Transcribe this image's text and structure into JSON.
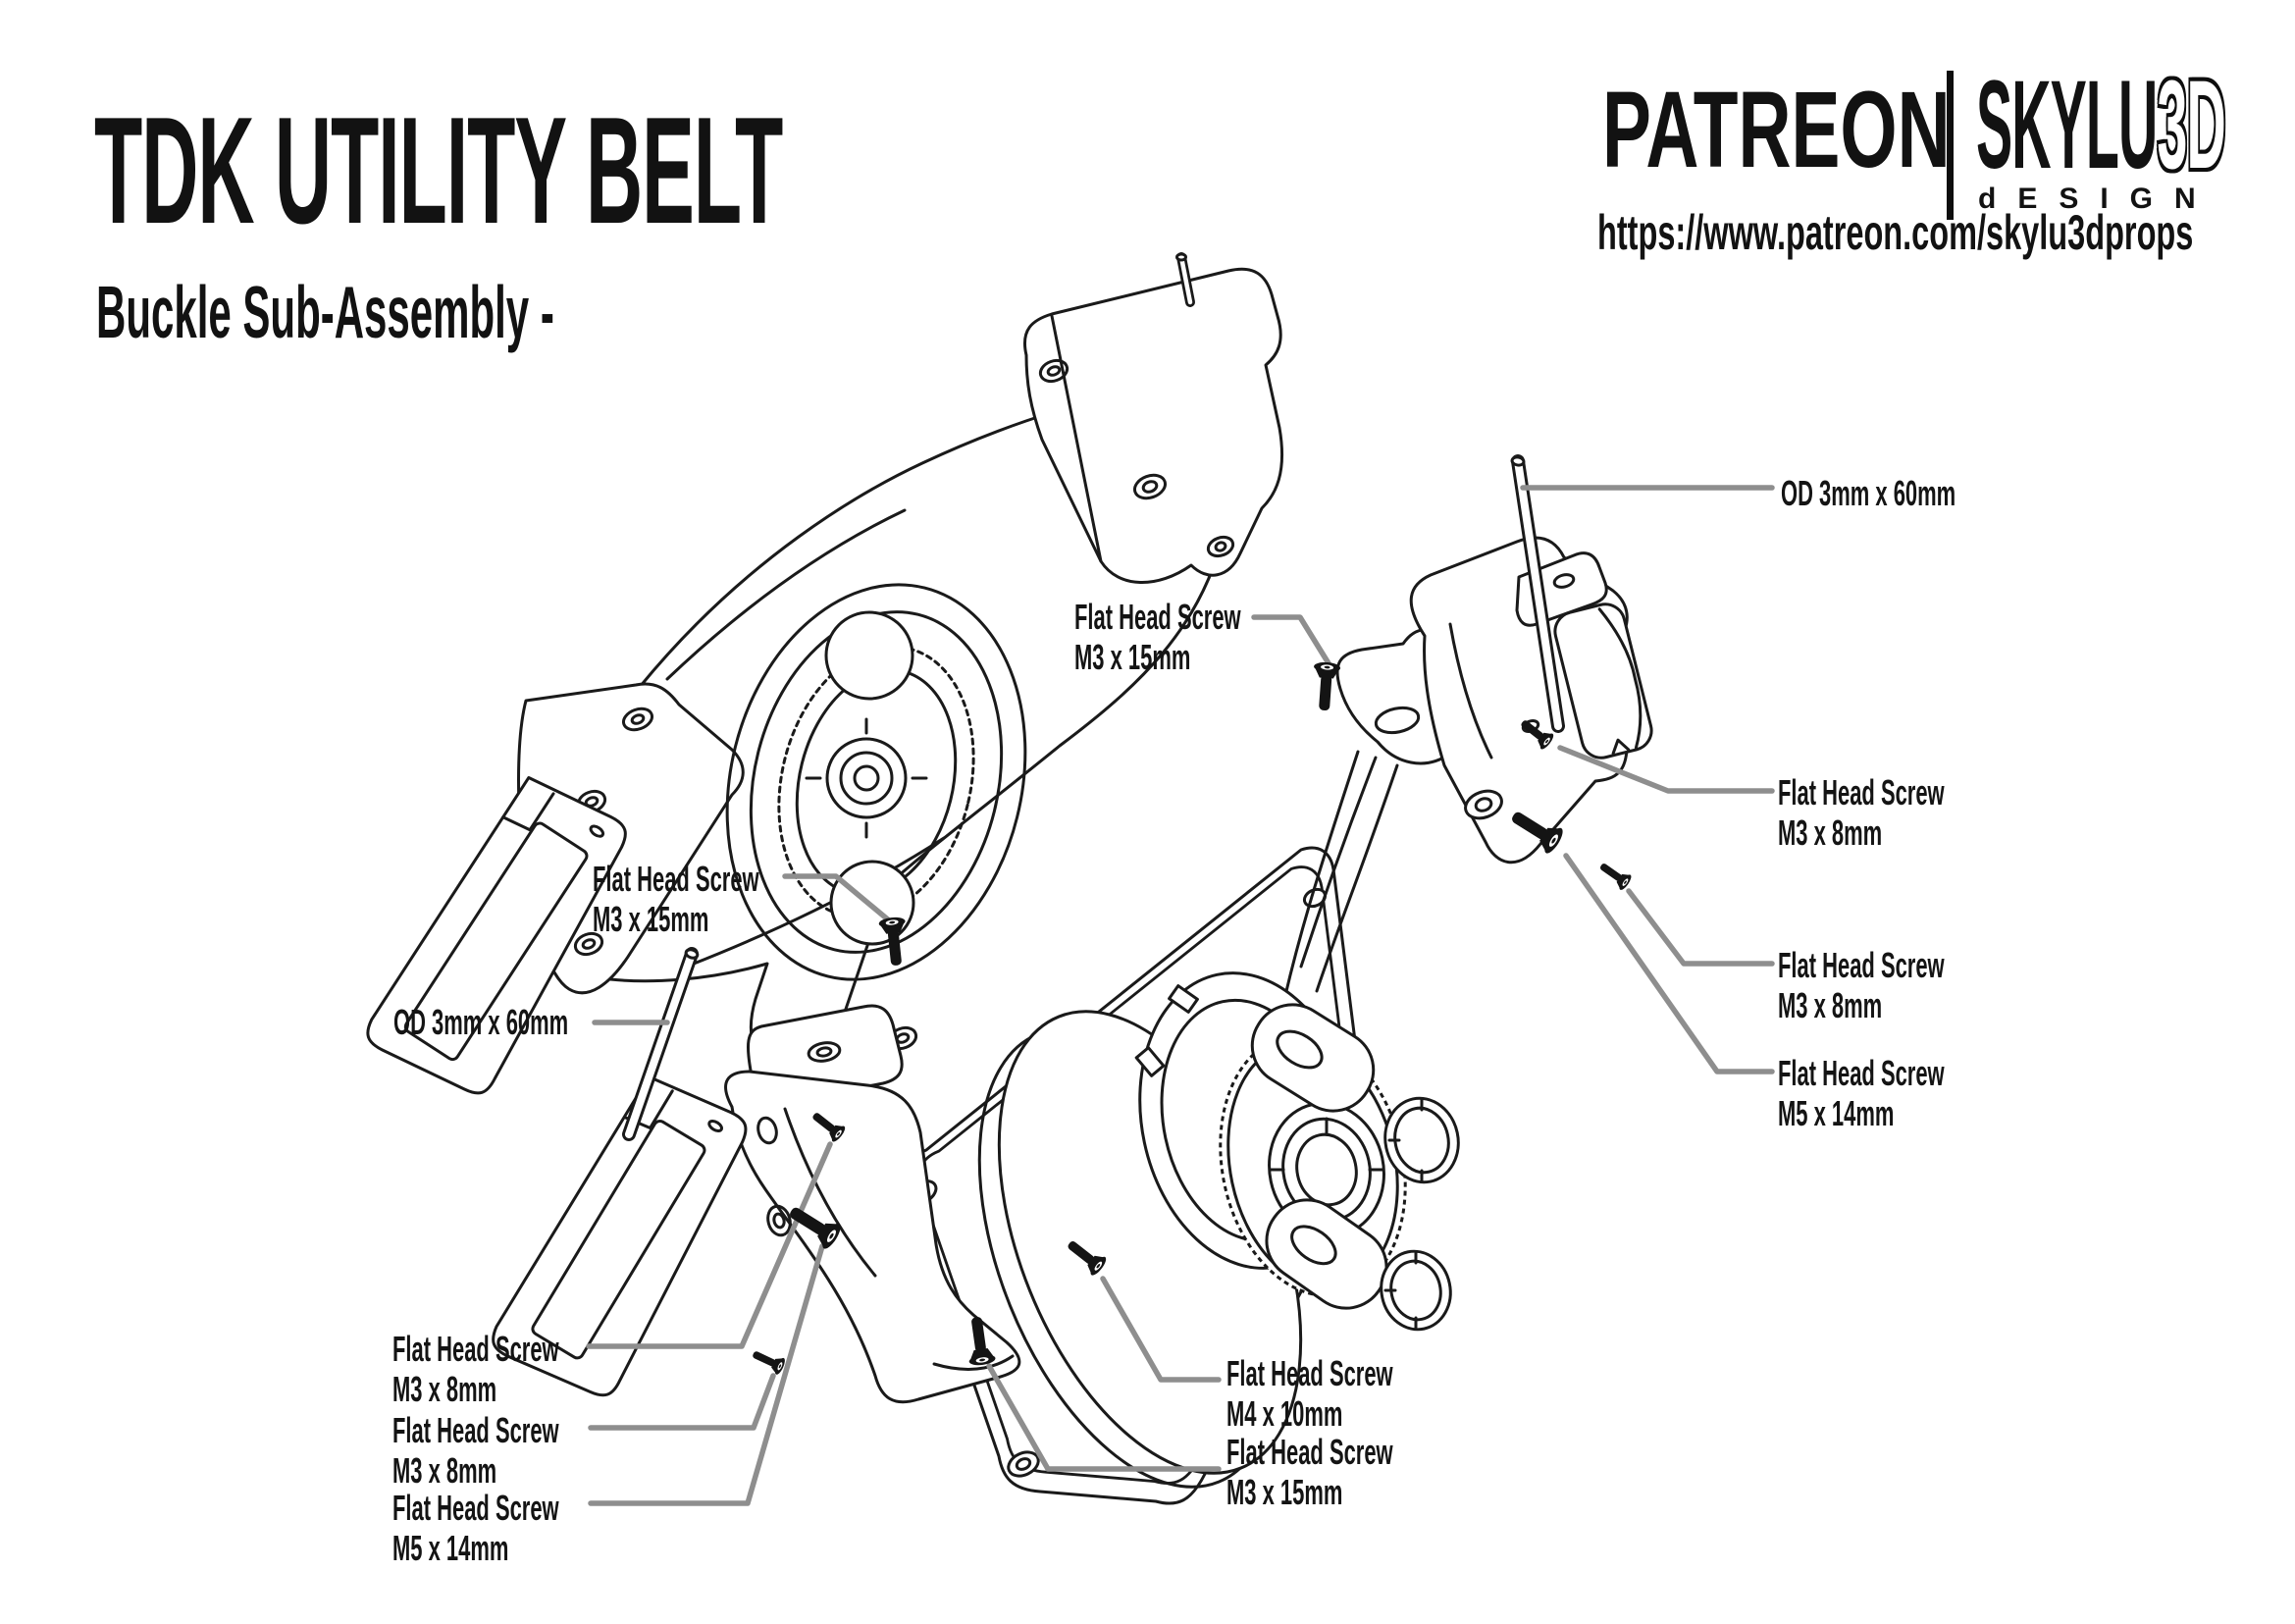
{
  "header": {
    "title": "TDK UTILITY BELT",
    "subtitle": "Buckle Sub-Assembly -"
  },
  "brand": {
    "patreon": "PATREON",
    "logo_solid": "SKYLU",
    "logo_outline": "3D",
    "tagline": "dESIGN",
    "url": "https://www.patreon.com/skylu3dprops"
  },
  "colors": {
    "ink": "#1a1a1a",
    "leader_gray": "#8e8e8e",
    "background": "#ffffff"
  },
  "callouts": [
    {
      "line1": "OD 3mm x 60mm",
      "line2": ""
    },
    {
      "line1": "Flat Head Screw",
      "line2": "M3 x 15mm"
    },
    {
      "line1": "Flat Head Screw",
      "line2": "M3 x 8mm"
    },
    {
      "line1": "Flat Head Screw",
      "line2": "M3 x 8mm"
    },
    {
      "line1": "Flat Head Screw",
      "line2": "M5 x 14mm"
    },
    {
      "line1": "Flat Head Screw",
      "line2": "M3 x 15mm"
    },
    {
      "line1": "OD 3mm x 60mm",
      "line2": ""
    },
    {
      "line1": "Flat Head Screw",
      "line2": "M3 x 8mm"
    },
    {
      "line1": "Flat Head Screw",
      "line2": "M3 x 8mm"
    },
    {
      "line1": "Flat Head Screw",
      "line2": "M5 x 14mm"
    },
    {
      "line1": "Flat Head Screw",
      "line2": "M4 x 10mm"
    },
    {
      "line1": "Flat Head Screw",
      "line2": "M3 x 15mm"
    }
  ]
}
